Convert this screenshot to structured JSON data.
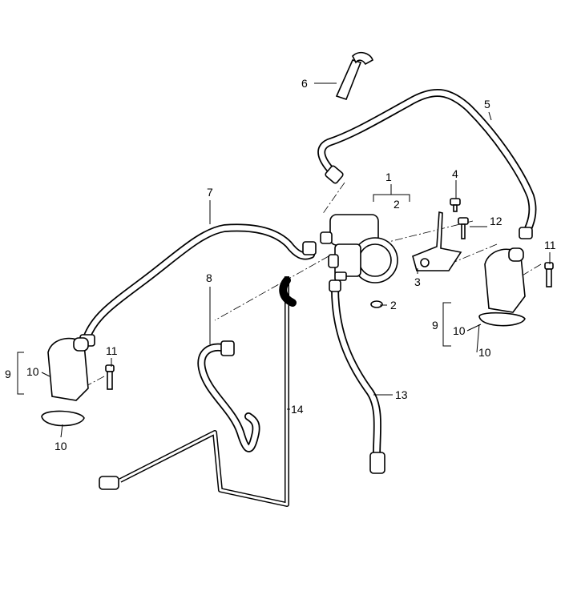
{
  "diagram": {
    "title": "Exploded parts diagram - secondary air / ventilation hoses",
    "callouts": {
      "c1": "1",
      "c2a": "2",
      "c2b": "2",
      "c3": "3",
      "c4": "4",
      "c5": "5",
      "c6": "6",
      "c7": "7",
      "c8": "8",
      "c9r": "9",
      "c10r_a": "10",
      "c10r_b": "10",
      "c11r": "11",
      "c12": "12",
      "c9l": "9",
      "c10l_a": "10",
      "c10l_b": "10",
      "c11l": "11",
      "c13": "13",
      "c14": "14"
    }
  }
}
